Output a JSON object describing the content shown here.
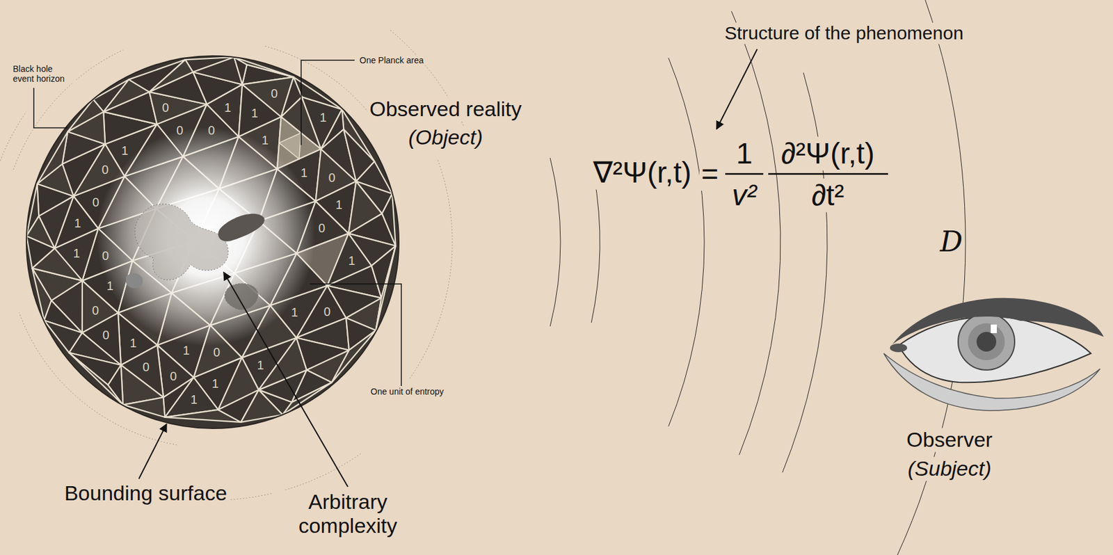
{
  "diagram": {
    "labels": [
      "Black hole event horizon",
      "One Planck area",
      "Observed reality",
      "(Object)",
      "Structure of the phenomenon",
      "∇²Ψ(r,t)",
      "=",
      "1",
      "v²",
      "∂²Ψ(r,t)",
      "∂t²",
      "D",
      "One unit of entropy",
      "Observer",
      "(Subject)",
      "Bounding surface",
      "Arbitrary complexity",
      "0",
      "1",
      "0",
      "1",
      "1",
      "0",
      "0",
      "1",
      "1",
      "0",
      "1",
      "0",
      "0",
      "1",
      "1",
      "0",
      "1",
      "0",
      "1",
      "1",
      "0",
      "0",
      "1",
      "0",
      "1",
      "1",
      "0",
      "1",
      "0",
      "0",
      "1",
      "1"
    ]
  }
}
